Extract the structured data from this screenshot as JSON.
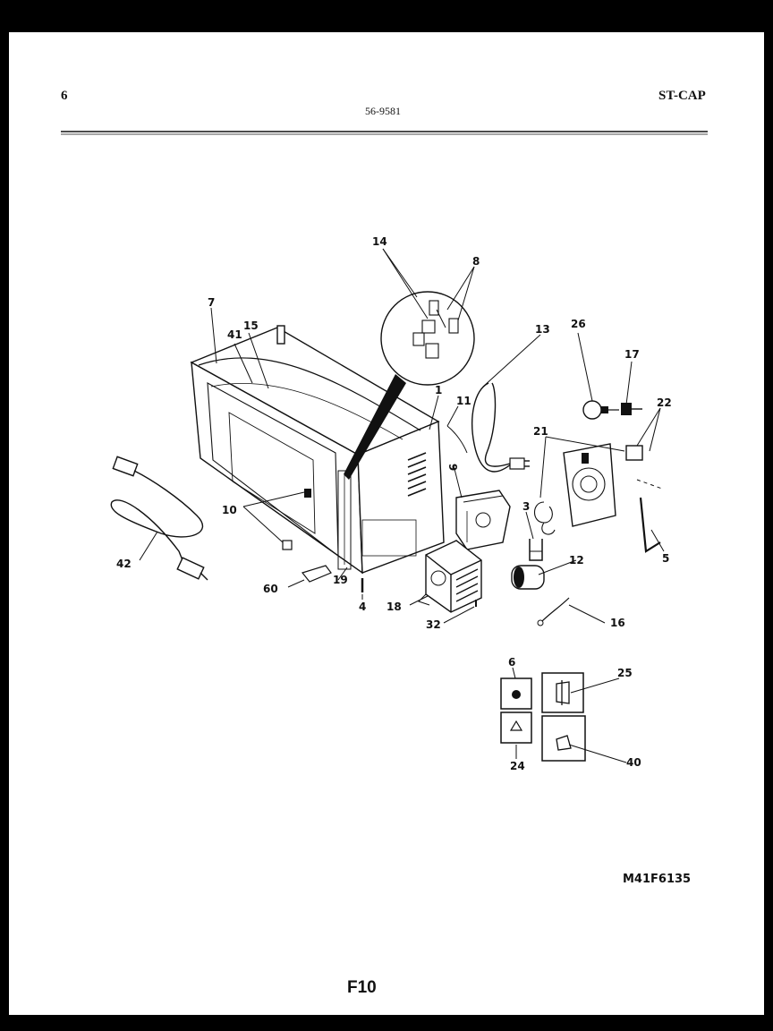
{
  "header": {
    "page_number": "6",
    "document_code": "56-9581",
    "model_code": "ST-CAP"
  },
  "callouts": [
    "14",
    "8",
    "7",
    "41",
    "15",
    "13",
    "26",
    "17",
    "22",
    "1",
    "11",
    "21",
    "9",
    "3",
    "5",
    "10",
    "42",
    "19",
    "60",
    "4",
    "12",
    "18",
    "32",
    "16",
    "6",
    "25",
    "24",
    "40"
  ],
  "drawing_number": "M41F6135",
  "footer": {
    "figure_label": "F10"
  },
  "colors": {
    "ink": "#111111",
    "paper": "#ffffff",
    "border": "#000000"
  }
}
